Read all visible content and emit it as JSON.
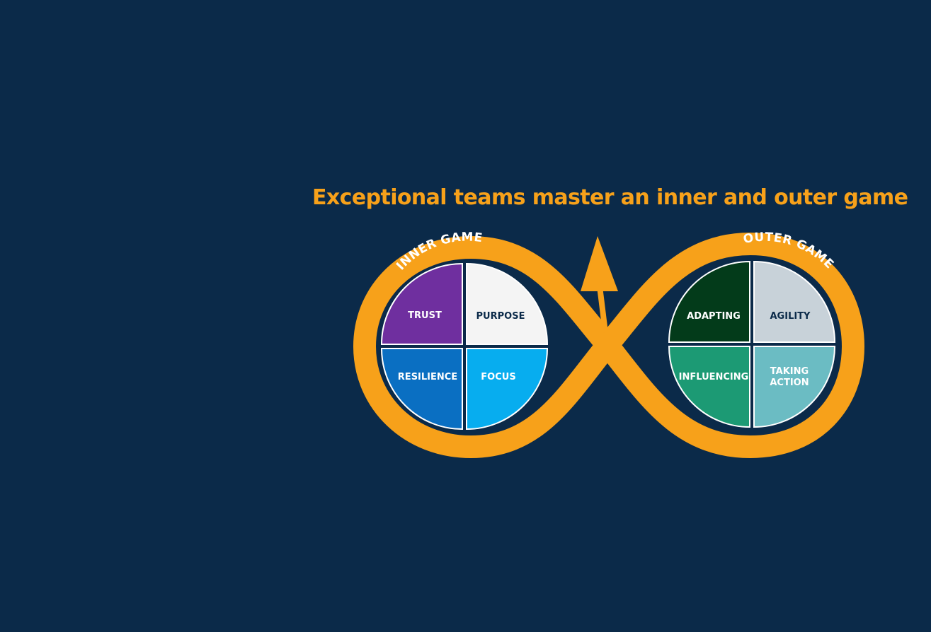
{
  "title": "Exceptional teams master an inner and outer game",
  "colors": {
    "background": "#0b2a49",
    "loop": "#f7a11a",
    "trust": "#6f2f9f",
    "purpose": "#f4f4f4",
    "resilience": "#0a6fc2",
    "focus": "#07adef",
    "adapting": "#033b1a",
    "agility": "#c8d2d9",
    "influencing": "#1c9a74",
    "taking_action": "#6bbcc3"
  },
  "inner": {
    "label": "INNER GAME",
    "trust": "TRUST",
    "purpose": "PURPOSE",
    "resilience": "RESILIENCE",
    "focus": "FOCUS"
  },
  "outer": {
    "label": "OUTER GAME",
    "adapting": "ADAPTING",
    "agility": "AGILITY",
    "influencing": "INFLUENCING",
    "taking_action_1": "TAKING",
    "taking_action_2": "ACTION"
  }
}
